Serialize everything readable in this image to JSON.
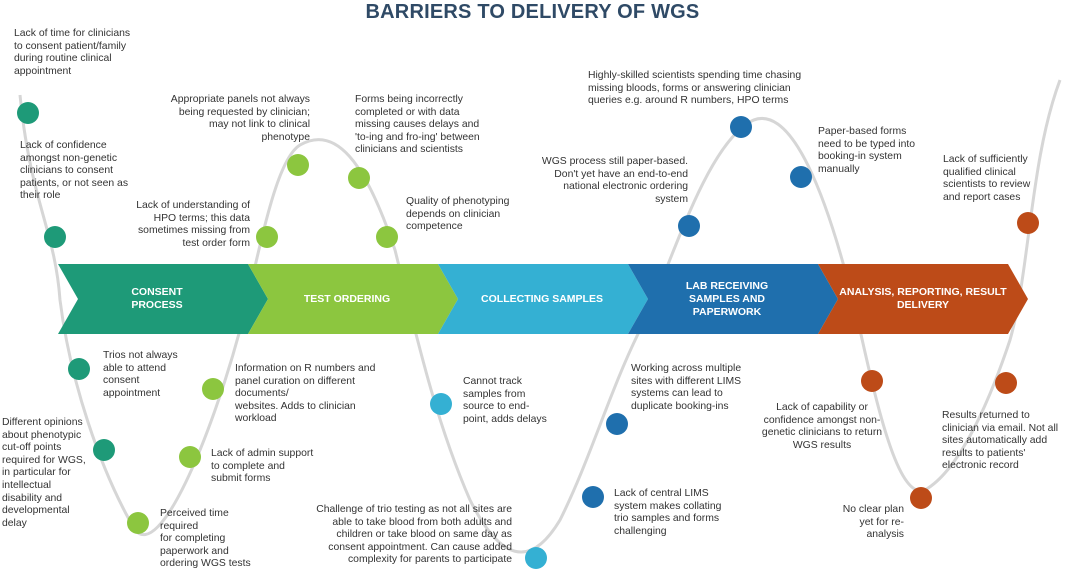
{
  "title": "BARRIERS TO DELIVERY OF WGS",
  "colors": {
    "consent": "#1e9a78",
    "test_ordering": "#8cc63f",
    "collecting": "#34b0d3",
    "lab": "#1f6fad",
    "analysis": "#bd4b18",
    "curve": "#d6d6d6",
    "title": "#2f4a66"
  },
  "stages": [
    {
      "label": "CONSENT\nPROCESS",
      "color": "#1e9a78"
    },
    {
      "label": "TEST ORDERING",
      "color": "#8cc63f"
    },
    {
      "label": "COLLECTING SAMPLES",
      "color": "#34b0d3"
    },
    {
      "label": "LAB RECEIVING\nSAMPLES AND\nPAPERWORK",
      "color": "#1f6fad"
    },
    {
      "label": "ANALYSIS, REPORTING, RESULT\nDELIVERY",
      "color": "#bd4b18"
    }
  ],
  "notes": {
    "c1": "Lack of time for clinicians\nto consent patient/family\nduring routine clinical\nappointment",
    "c2": "Lack of confidence\namongst non-genetic\nclinicians to consent\npatients, or not seen as\ntheir role",
    "c3": "Trios not always\nable to attend\nconsent\nappointment",
    "c4": "Different opinions\nabout phenotypic\ncut-off points\nrequired for WGS,\nin particular for\nintellectual\ndisability and\ndevelopmental\ndelay",
    "c5": "Perceived time\nrequired\nfor completing\npaperwork and\nordering WGS tests",
    "t1": "Appropriate panels not always\nbeing requested by clinician;\nmay not link to clinical\nphenotype",
    "t2": "Lack of understanding of\nHPO terms; this data\nsometimes missing from\ntest order form",
    "t3": "Forms being incorrectly\ncompleted or with data\nmissing causes delays and\n'to-ing and fro-ing' between\nclinicians and scientists",
    "t4": "Quality of phenotyping\ndepends on clinician\ncompetence",
    "t5": "Information  on R numbers and\npanel curation on different\ndocuments/\nwebsites. Adds to clinician\nworkload",
    "t6": "Lack of admin support\nto complete and\nsubmit forms",
    "s1": "Cannot track\nsamples from\nsource to end-\npoint, adds delays",
    "s2": "Challenge of trio testing as not all sites are\nable to take blood from both adults and\nchildren or take blood on same day as\nconsent appointment.  Can cause added\ncomplexity for parents to participate",
    "l1": "WGS process still paper-based.\nDon't yet have an end-to-end\nnational electronic ordering\nsystem",
    "l2": "Highly-skilled scientists spending time chasing\nmissing bloods, forms or answering clinician\nqueries e.g. around  R numbers, HPO terms",
    "l3": "Paper-based forms\nneed to be typed into\nbooking-in system\nmanually",
    "l4": "Working across multiple\nsites with different LIMS\nsystems can lead to\nduplicate booking-ins",
    "l5": "Lack of central LIMS\nsystem makes collating\ntrio samples and forms\nchallenging",
    "a1": "Lack of sufficiently\nqualified  clinical\nscientists to review\nand report cases",
    "a2": "Lack of capability  or\nconfidence amongst non-\ngenetic clinicians to return\nWGS results",
    "a3": "Results returned to\nclinician via email.  Not all\nsites automatically  add\nresults to patients'\nelectronic record",
    "a4": "No clear plan\nyet for re-\nanalysis"
  }
}
